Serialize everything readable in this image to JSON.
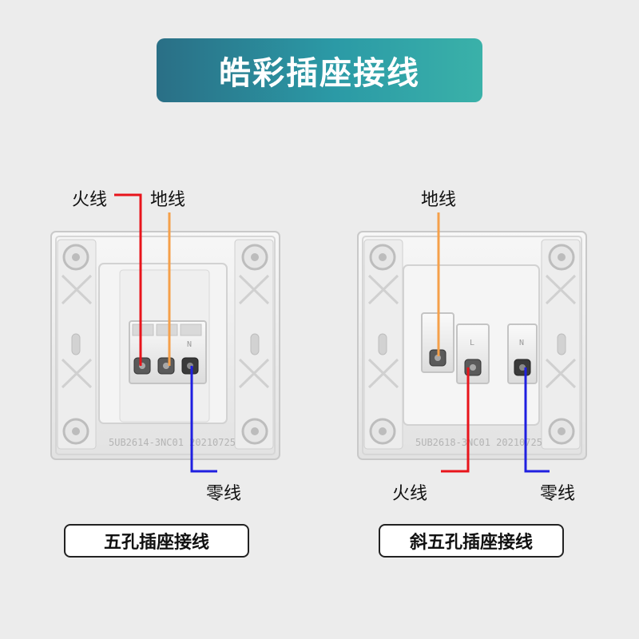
{
  "header": {
    "title": "皓彩插座接线"
  },
  "colors": {
    "live": "#e8141b",
    "earth": "#f5a04a",
    "neutral": "#1f1fe0",
    "banner_start": "#2a6f86",
    "banner_end": "#3ab1a9"
  },
  "left_panel": {
    "labels": {
      "live": "火线",
      "earth": "地线",
      "neutral": "零线"
    },
    "terminal_marks": [
      "",
      "",
      "N"
    ],
    "model_text": "5UB2614-3NC01  20210725",
    "caption": "五孔插座接线"
  },
  "right_panel": {
    "labels": {
      "earth": "地线",
      "live": "火线",
      "neutral": "零线"
    },
    "terminal_marks": [
      "",
      "L",
      "N"
    ],
    "model_text": "5UB2618-3NC01  20210725",
    "caption": "斜五孔插座接线"
  }
}
